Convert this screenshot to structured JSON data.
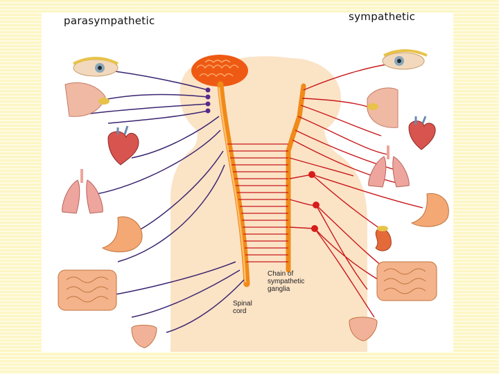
{
  "headings": {
    "left": "parasympathetic",
    "right": "sympathetic"
  },
  "labels": {
    "chain_line1": "Chain of",
    "chain_line2": "sympathetic",
    "chain_line3": "ganglia",
    "cord_line1": "Spinal",
    "cord_line2": "cord"
  },
  "colors": {
    "background": "#fdf6c4",
    "parasympathetic_nerve": "#3a2470",
    "sympathetic_nerve": "#c8181a",
    "spinal_cord": "#f08a18",
    "brain": "#ee5a14",
    "body_silhouette": "#fbe3c6",
    "organ_pink": "#eea59d"
  }
}
